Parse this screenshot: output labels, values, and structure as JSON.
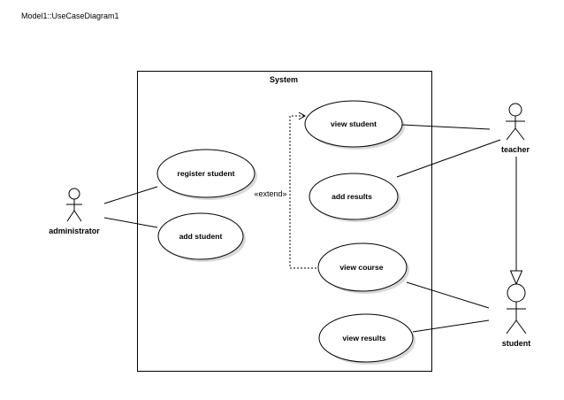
{
  "diagram": {
    "title": "Model1::UseCaseDiagram1",
    "system_label": "System",
    "actors": {
      "administrator": "administrator",
      "teacher": "teacher",
      "student": "student"
    },
    "use_cases": {
      "register_student": "register student",
      "add_student": "add student",
      "view_student": "view student",
      "add_results": "add results",
      "view_course": "view course",
      "view_results": "view results"
    },
    "extend_label": "«extend»"
  }
}
